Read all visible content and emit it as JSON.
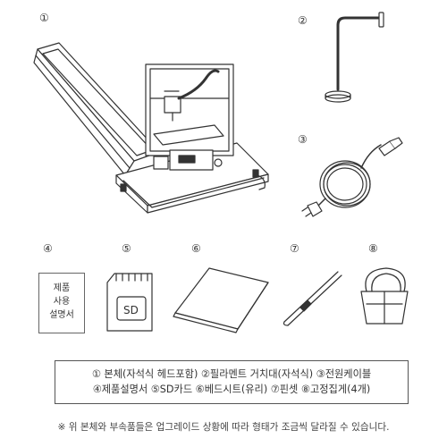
{
  "item_numbers": [
    "①",
    "②",
    "③",
    "④",
    "⑤",
    "⑥",
    "⑦",
    "⑧"
  ],
  "manual_label_lines": [
    "제품",
    "사용",
    "설명서"
  ],
  "sd_card_label": "SD",
  "legend": {
    "line1": "① 본체(자석식 헤드포함) ②필라멘트 거치대(자석식) ③전원케이블",
    "line2": "④제품설명서 ⑤SD카드 ⑥베드시트(유리) ⑦핀셋 ⑧고정집게(4개)"
  },
  "footnote": "※ 위 본체와 부속품들은 업그레이드 상황에 따라 형태가 조금씩 달라질 수 있습니다."
}
